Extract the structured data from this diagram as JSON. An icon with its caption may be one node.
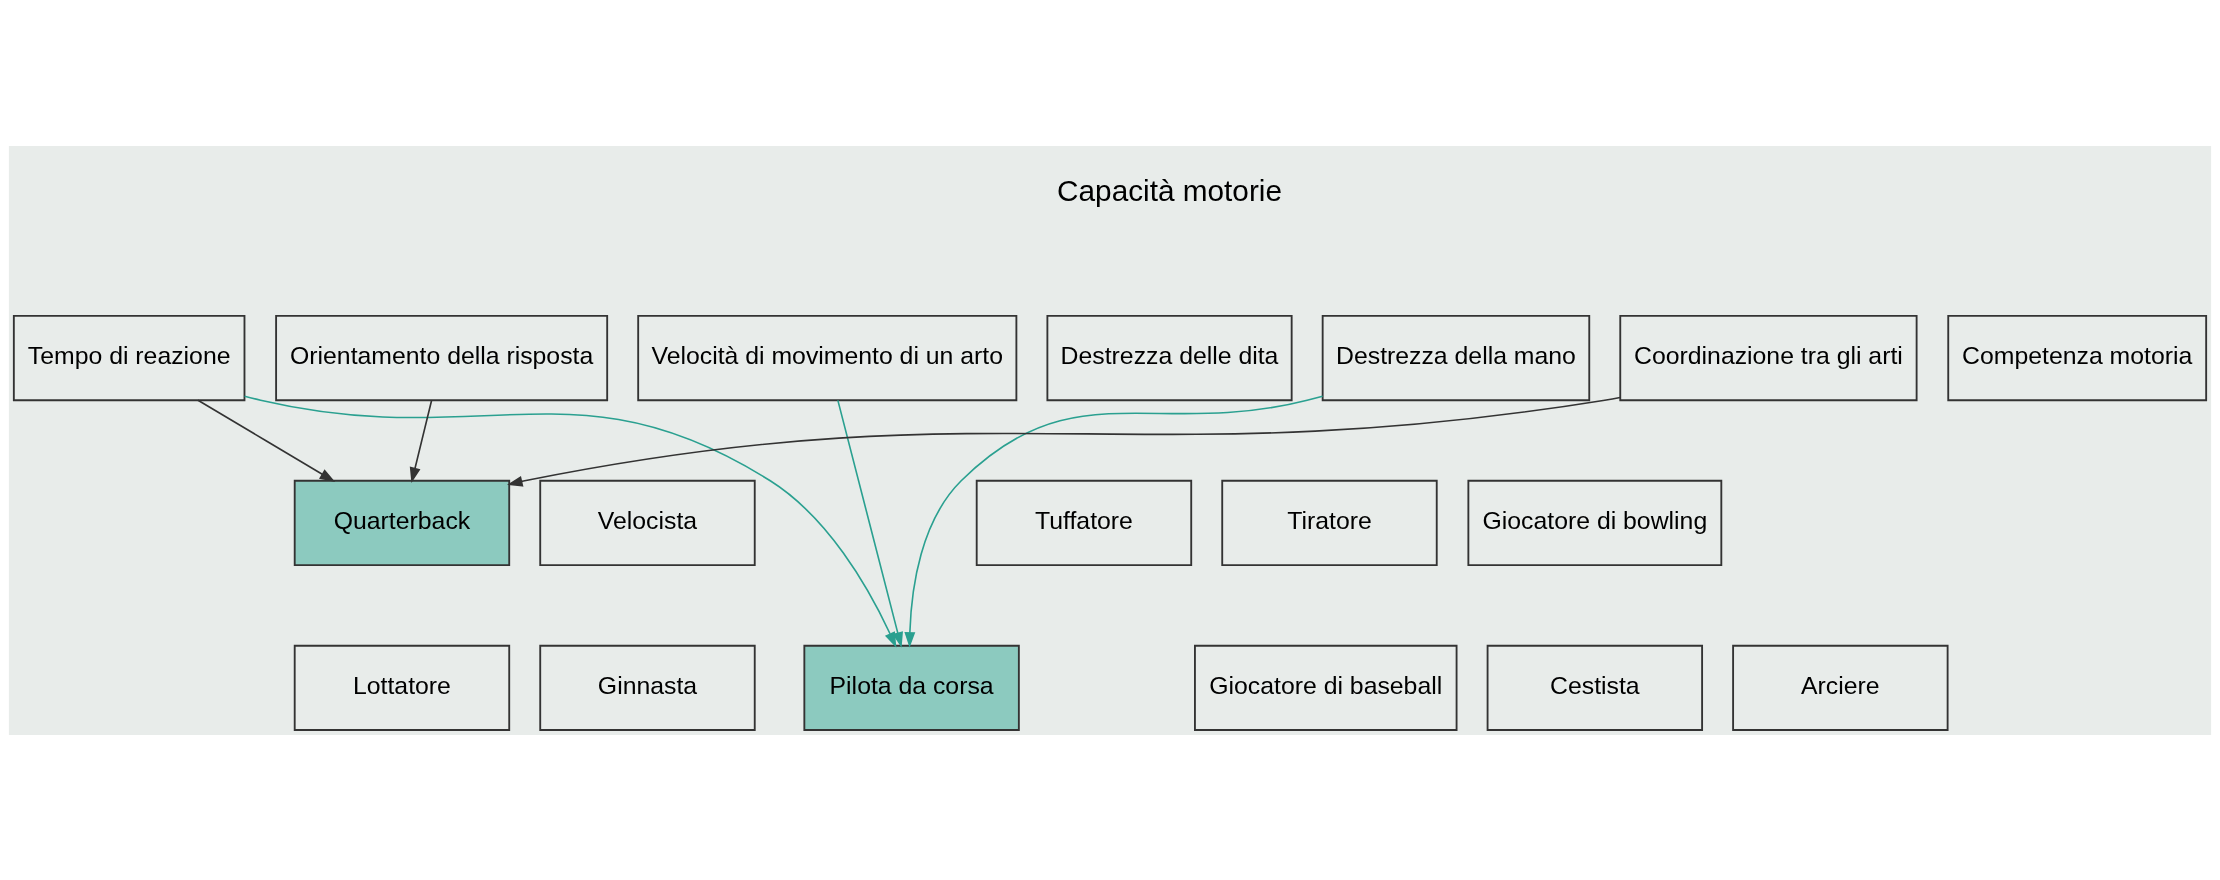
{
  "diagram": {
    "nodes": [
      {
        "text": [
          "Tempo di reazione"
        ]
      },
      {
        "text": [
          "Orientamento della risposta"
        ]
      },
      {
        "text": [
          "Velocità di movimento di un arto"
        ]
      },
      {
        "text": [
          "Destrezza delle dita"
        ]
      },
      {
        "text": [
          "Destrezza della mano"
        ]
      },
      {
        "text": [
          "Coordinazione tra gli arti"
        ]
      },
      {
        "text": [
          "Competenza motoria"
        ]
      },
      {
        "text": [
          "Quarterback"
        ]
      },
      {
        "text": [
          "Velocista"
        ]
      },
      {
        "text": [
          "Tuffatore"
        ]
      },
      {
        "text": [
          "Tiratore"
        ]
      },
      {
        "text": [
          "Giocatore di bowling"
        ]
      },
      {
        "text": [
          "Lottatore"
        ]
      },
      {
        "text": [
          "Ginnasta"
        ]
      },
      {
        "text": [
          "Pilota da corsa"
        ]
      },
      {
        "text": [
          "Giocatore di baseball"
        ]
      },
      {
        "text": [
          "Cestista"
        ]
      },
      {
        "text": [
          "Arciere"
        ]
      }
    ],
    "edges": [
      {
        "from": 0,
        "to": 7,
        "arrow": "to"
      },
      {
        "from": 1,
        "to": 7,
        "arrow": "to"
      },
      {
        "from": 5,
        "to": 7,
        "arrow": "to"
      },
      {
        "from": 0,
        "to": 14,
        "arrow": "to",
        "color": "#2aa090"
      },
      {
        "from": 2,
        "to": 14,
        "arrow": "to",
        "color": "#2aa090"
      },
      {
        "from": 4,
        "to": 14,
        "arrow": "to",
        "color": "#2aa090"
      }
    ],
    "labels": [
      "Capacità motorie"
    ]
  }
}
